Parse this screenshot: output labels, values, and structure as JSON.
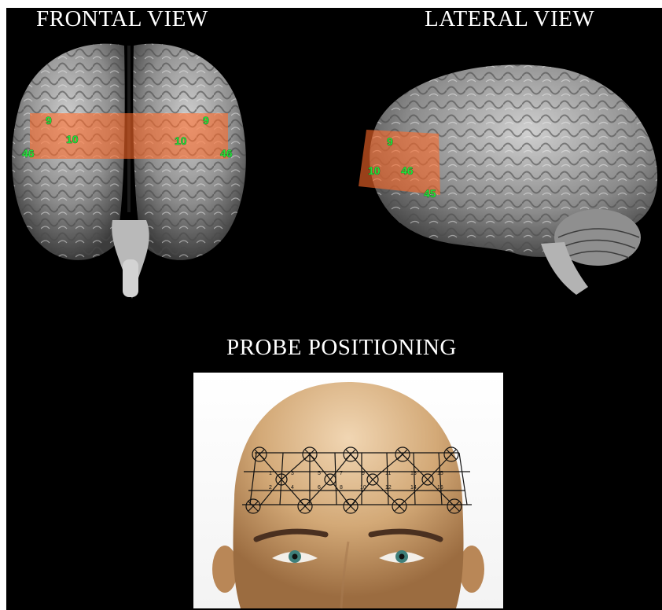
{
  "titles": {
    "frontal": "FRONTAL VIEW",
    "lateral": "LATERAL VIEW",
    "probe": "PROBE POSITIONING"
  },
  "frontal_areas": [
    "9",
    "10",
    "46",
    "9",
    "10",
    "46"
  ],
  "lateral_areas": [
    "9",
    "10",
    "46",
    "45"
  ],
  "probe_channels": [
    "1",
    "2",
    "3",
    "4",
    "5",
    "6",
    "7",
    "8",
    "9",
    "10",
    "11",
    "12",
    "13",
    "14",
    "15",
    "16"
  ],
  "colors": {
    "background": "#000000",
    "highlight": "#ff6a2a",
    "area_label": "#22e03a",
    "brain": "#9a9a9a",
    "skin": "#d9b48a"
  }
}
